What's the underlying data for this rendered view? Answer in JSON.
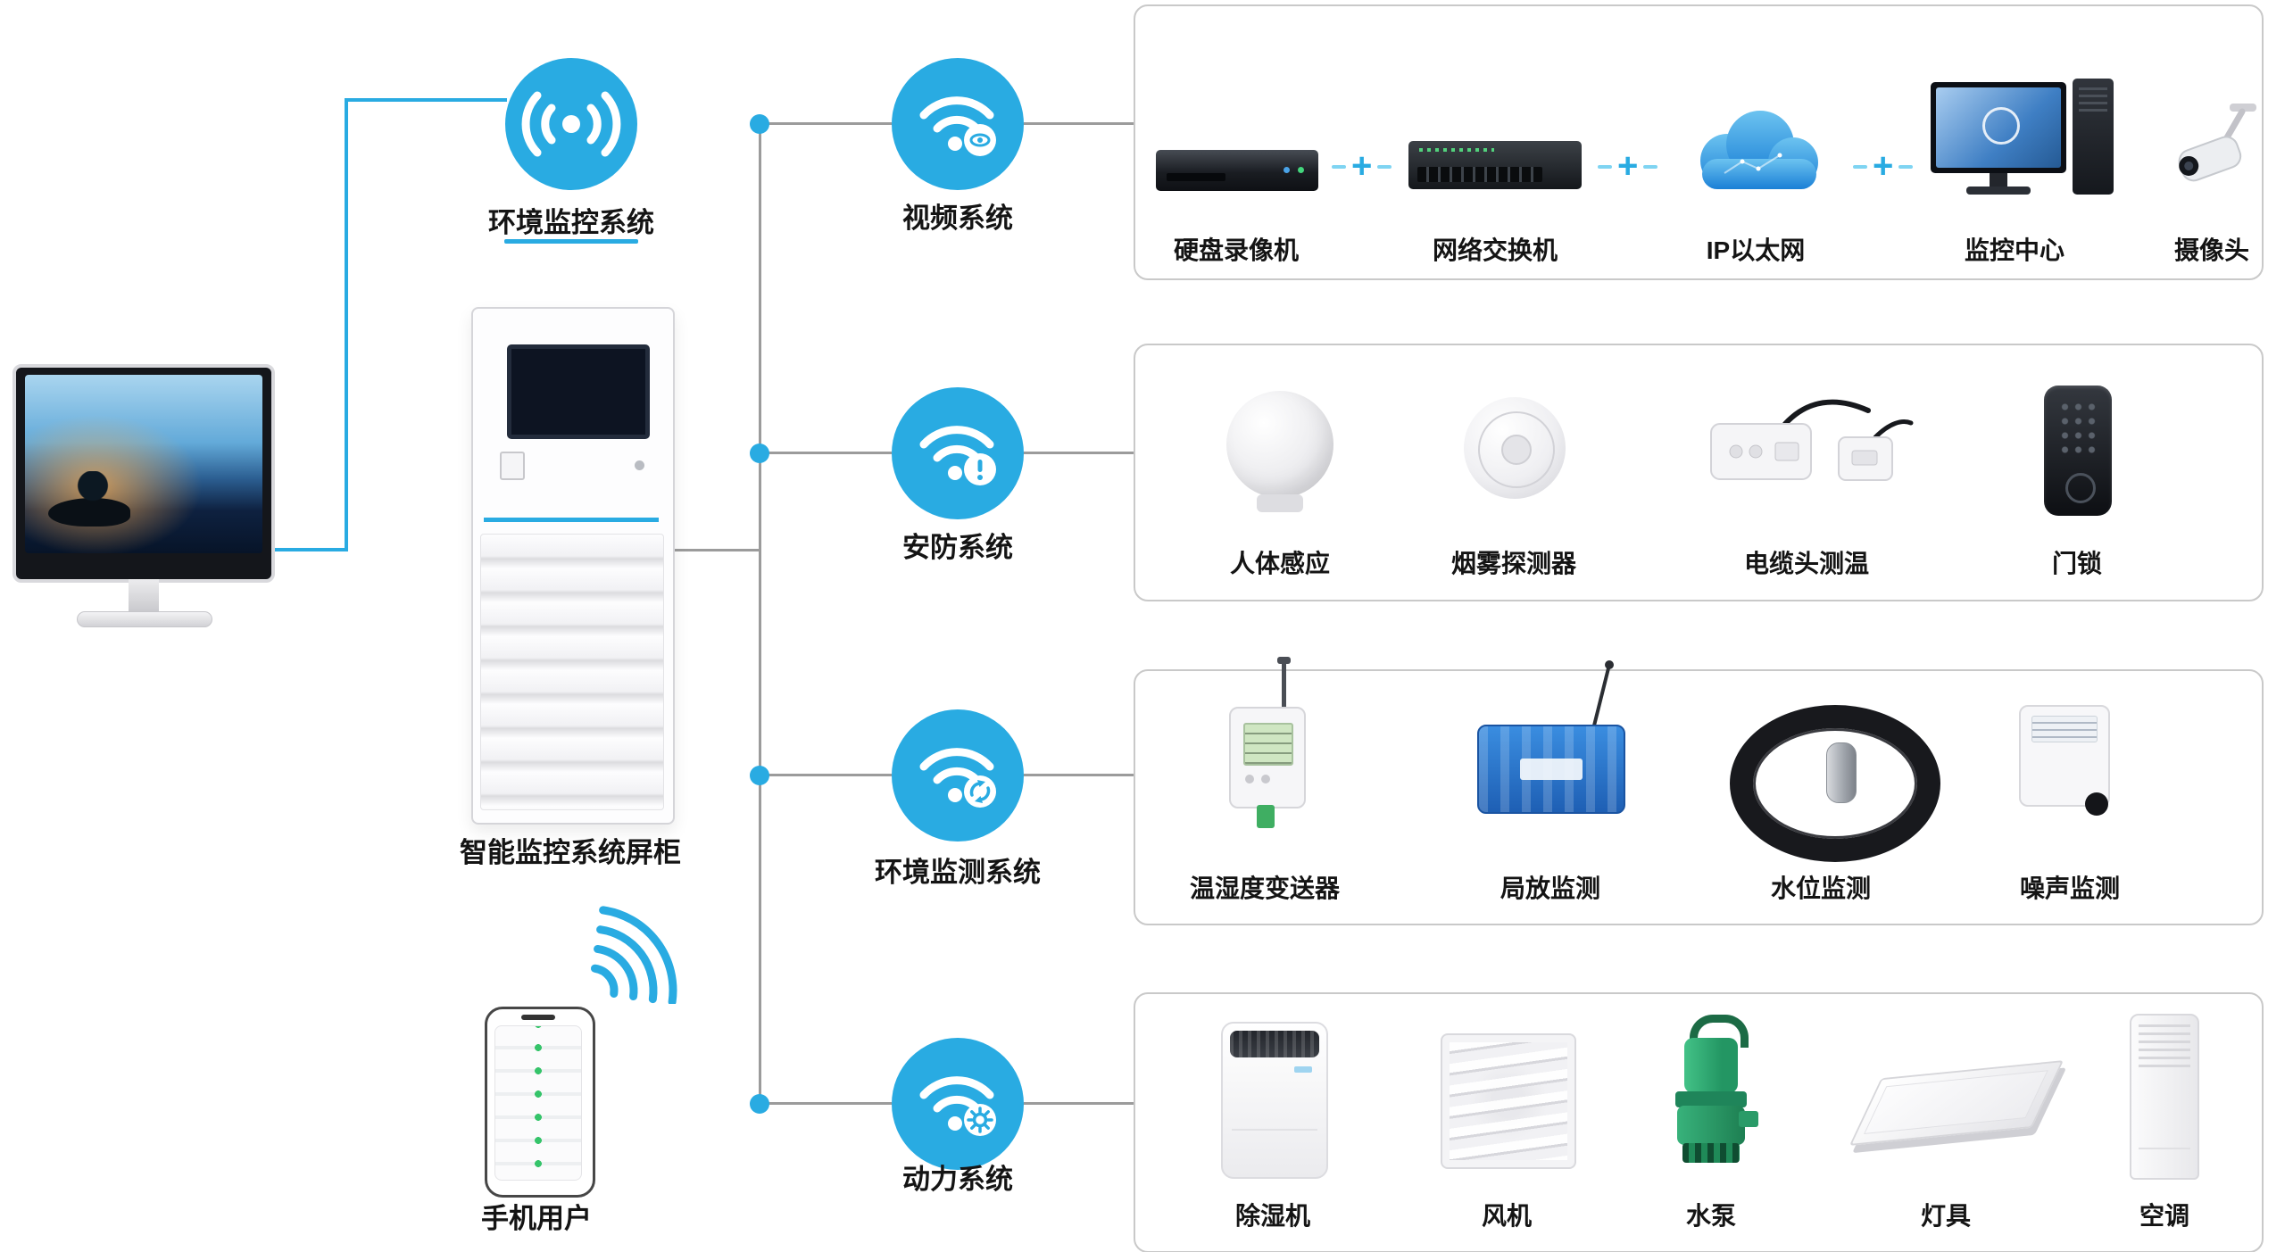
{
  "colors": {
    "accent": "#29abe2",
    "connector_gray": "#9b9b9b",
    "card_border": "#c9c9c9",
    "cloud_blue": "#1a7fd6"
  },
  "left": {
    "env_system_label": "环境监控系统",
    "cabinet_label": "智能监控系统屏柜",
    "phone_label": "手机用户"
  },
  "systems": [
    {
      "label": "视频系统"
    },
    {
      "label": "安防系统"
    },
    {
      "label": "环境监测系统"
    },
    {
      "label": "动力系统"
    }
  ],
  "connector_plus": "+",
  "cards": [
    {
      "items": [
        {
          "label": "硬盘录像机"
        },
        {
          "label": "网络交换机"
        },
        {
          "label": "IP以太网"
        },
        {
          "label": "监控中心"
        },
        {
          "label": "摄像头"
        }
      ]
    },
    {
      "items": [
        {
          "label": "人体感应"
        },
        {
          "label": "烟雾探测器"
        },
        {
          "label": "电缆头测温"
        },
        {
          "label": "门锁"
        }
      ]
    },
    {
      "items": [
        {
          "label": "温湿度变送器"
        },
        {
          "label": "局放监测"
        },
        {
          "label": "水位监测"
        },
        {
          "label": "噪声监测"
        }
      ]
    },
    {
      "items": [
        {
          "label": "除湿机"
        },
        {
          "label": "风机"
        },
        {
          "label": "水泵"
        },
        {
          "label": "灯具"
        },
        {
          "label": "空调"
        }
      ]
    }
  ]
}
